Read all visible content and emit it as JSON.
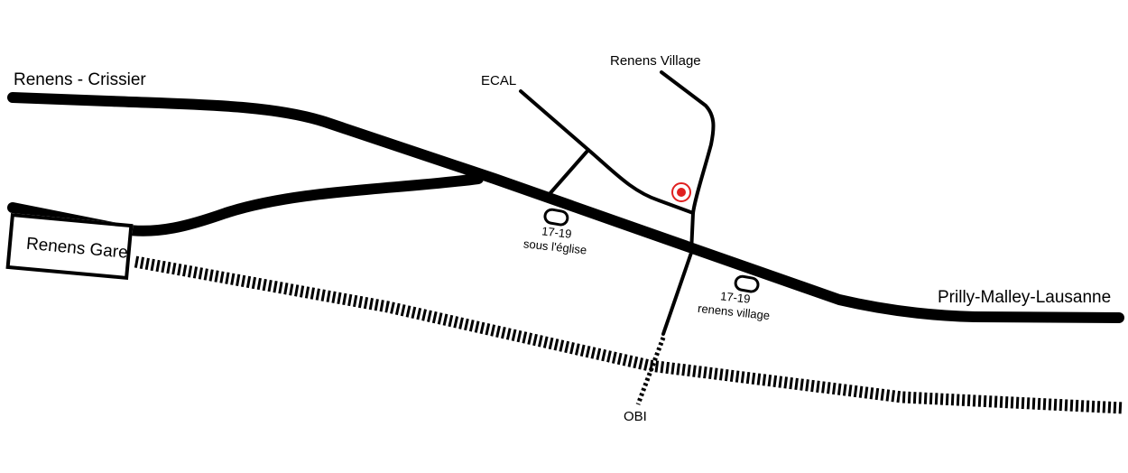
{
  "labels": {
    "renens_crissier": "Renens - Crissier",
    "prilly_malley_lausanne": "Prilly-Malley-Lausanne",
    "renens_gare": "Renens Gare",
    "ecal": "ECAL",
    "renens_village": "Renens Village",
    "obi": "OBI"
  },
  "stops": [
    {
      "line": "17-19",
      "name": "sous l'église"
    },
    {
      "line": "17-19",
      "name": "renens village"
    }
  ],
  "colors": {
    "road": "#000000",
    "background": "#ffffff",
    "marker": "#e02020"
  },
  "icons": {
    "destination_marker": "target-dot-icon",
    "bus_stop": "bus-stop-icon"
  }
}
